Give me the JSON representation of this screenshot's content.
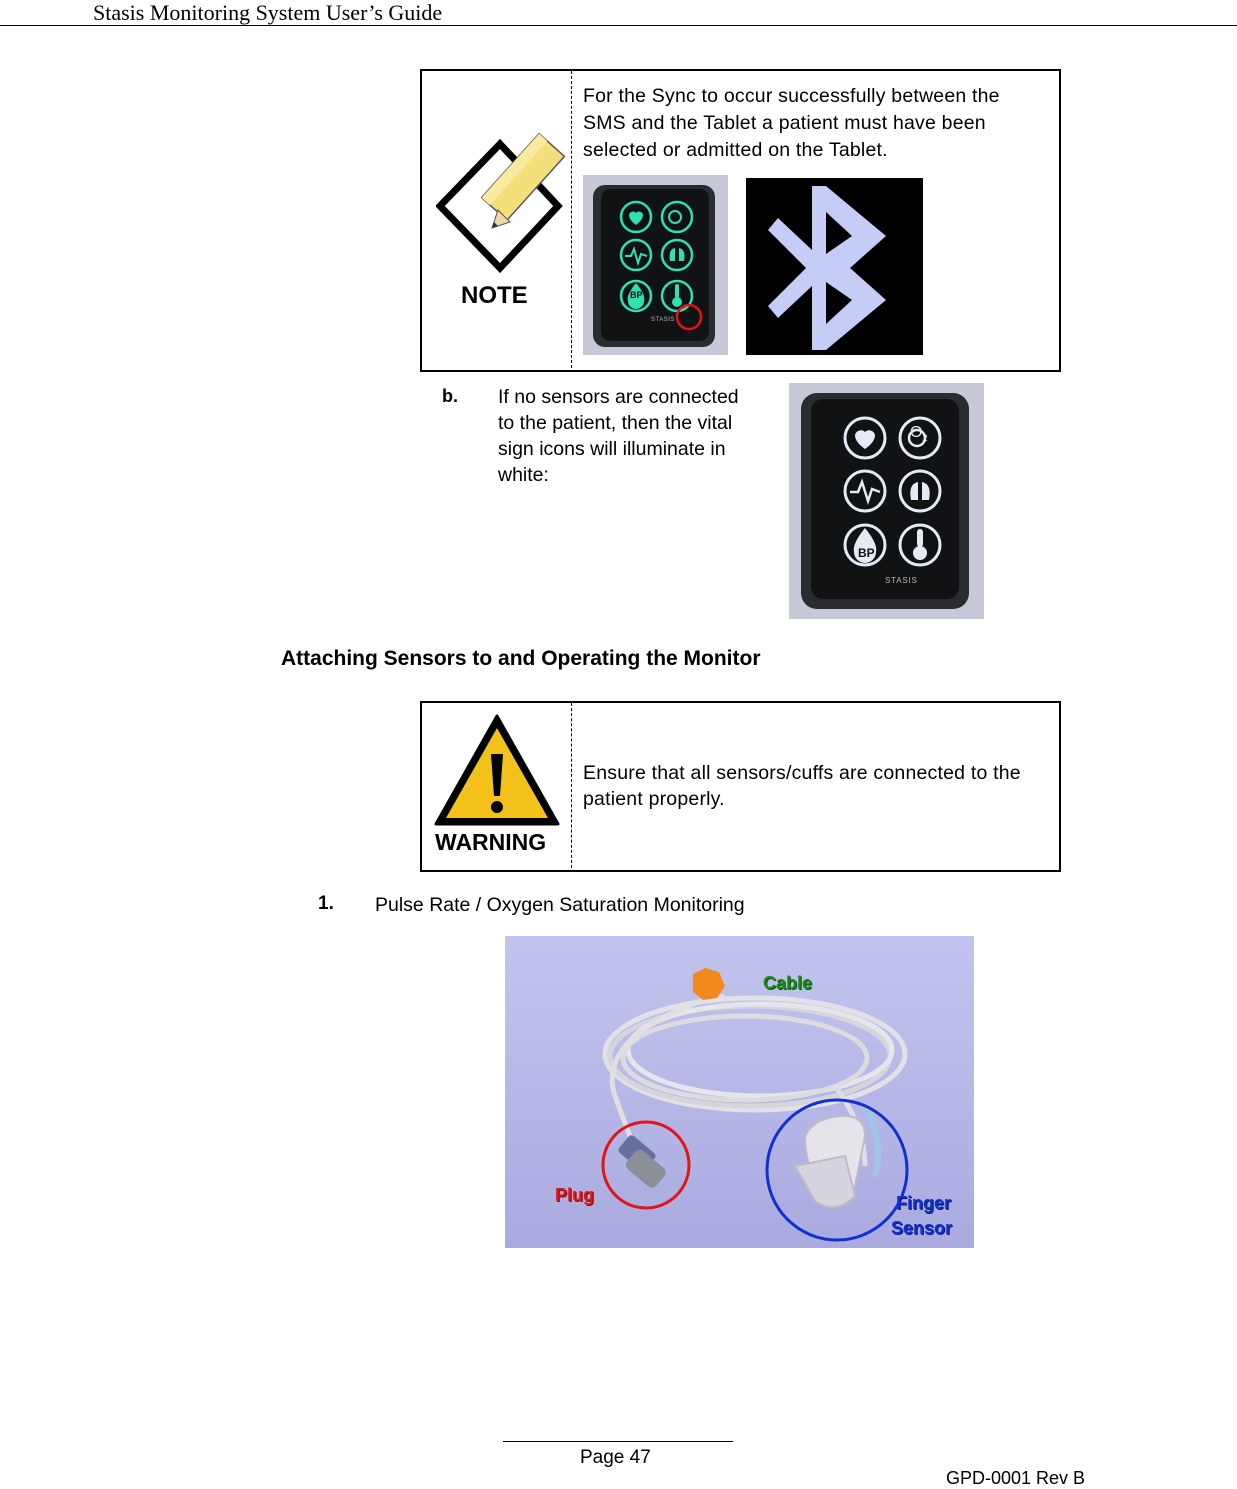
{
  "header": {
    "title": "Stasis Monitoring System User’s Guide"
  },
  "note": {
    "label": "NOTE",
    "text": "For the Sync to occur successfully between the SMS and the Tablet a patient must have been selected or admitted on the Tablet.",
    "device_icon": "stasis-monitor-device",
    "bluetooth_icon": "bluetooth-icon"
  },
  "step_b": {
    "letter": "b.",
    "text": "If no sensors are connected to the patient, then the vital sign icons will illuminate in white:"
  },
  "section": {
    "heading": "Attaching Sensors to and Operating the Monitor"
  },
  "warning": {
    "label": "WARNING",
    "text": "Ensure that all sensors/cuffs are connected to the patient properly."
  },
  "step_1": {
    "number": "1.",
    "text": "Pulse Rate / Oxygen Saturation Monitoring"
  },
  "sensor_photo": {
    "label_cable": "Cable",
    "label_plug": "Plug",
    "label_finger_1": "Finger",
    "label_finger_2": "Sensor"
  },
  "device_badges": {
    "bp": "BP",
    "o2": "O",
    "o2_sub": "2",
    "brand": "STASIS"
  },
  "footer": {
    "page": "Page 47",
    "doc_id": "GPD-0001 Rev B"
  },
  "colors": {
    "teal_glow": "#2fe0b0",
    "white_glow": "#e6eaf5",
    "warning_yellow": "#f2c21b",
    "pencil_yellow": "#f4e07a",
    "bluetooth_fill": "#c5ccf5",
    "plug_circle": "#e01515",
    "finger_circle": "#1030d0",
    "cable_label": "#1a8a1a"
  }
}
